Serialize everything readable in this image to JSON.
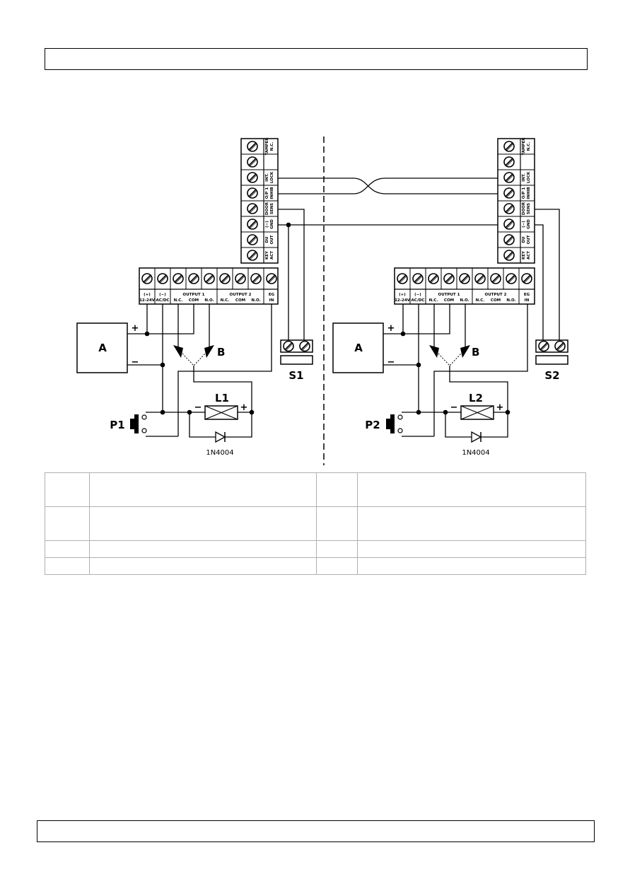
{
  "header": {
    "text": ""
  },
  "footer": {
    "text": ""
  },
  "diagram": {
    "left": {
      "supply": "A",
      "supply_plus": "+",
      "supply_minus": "−",
      "lock": "L1",
      "lock_plus": "+",
      "lock_minus": "−",
      "diode": "1N4004",
      "button": "P1",
      "sensor": "S1",
      "relay": "B"
    },
    "right": {
      "supply": "A",
      "supply_plus": "+",
      "supply_minus": "−",
      "lock": "L2",
      "lock_plus": "+",
      "lock_minus": "−",
      "diode": "1N4004",
      "button": "P2",
      "sensor": "S2",
      "relay": "B"
    },
    "vertical_terminals": [
      [
        "TAMPER",
        "N.C."
      ],
      [
        "",
        ""
      ],
      [
        "INT.",
        "LOCK"
      ],
      [
        "O/P 1",
        "INHIB"
      ],
      [
        "DOOR",
        "SENS"
      ],
      [
        "(−)",
        "GND"
      ],
      [
        "DU",
        "OUT"
      ],
      [
        "KEY",
        "ACT"
      ]
    ],
    "horizontal_terminals": {
      "power_plus": [
        "(+)",
        "12-24V"
      ],
      "power_minus": [
        "(−)",
        "AC/DC"
      ],
      "output1": "OUTPUT 1",
      "output2": "OUTPUT 2",
      "contacts": [
        "N.C.",
        "COM",
        "N.O."
      ],
      "eg": [
        "EG",
        "IN"
      ]
    }
  },
  "legend": {
    "rows": [
      [
        "",
        "",
        "",
        ""
      ],
      [
        "",
        "",
        "",
        ""
      ],
      [
        "",
        "",
        "",
        ""
      ],
      [
        "",
        "",
        "",
        ""
      ]
    ]
  }
}
